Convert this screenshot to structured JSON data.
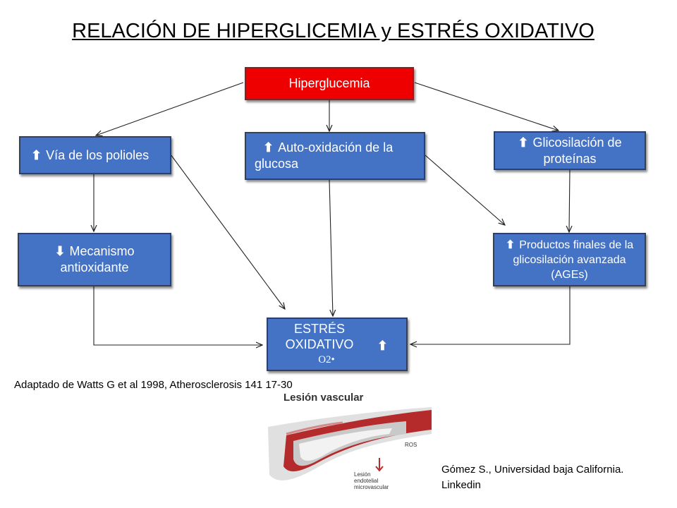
{
  "title": "RELACIÓN DE HIPERGLICEMIA y ESTRÉS OXIDATIVO",
  "colors": {
    "box_blue": "#4472c4",
    "box_red": "#ee0000"
  },
  "nodes": {
    "hiperglucemia": {
      "label": "Hiperglucemia"
    },
    "polioles": {
      "arrow": "⬆",
      "label": "Vía de los polioles"
    },
    "autooxidacion": {
      "arrow": "⬆",
      "label": "Auto-oxidación de la glucosa"
    },
    "glicosilacion": {
      "arrow": "⬆",
      "label": "Glicosilación de proteínas"
    },
    "antioxidante": {
      "arrow": "⬇",
      "label": "Mecanismo antioxidante"
    },
    "ages": {
      "arrow": "⬆",
      "label": "Productos finales de la glicosilación avanzada (AGEs)"
    },
    "estres": {
      "label": "ESTRÉS OXIDATIVO",
      "arrow": "⬆",
      "sub": "O2•"
    }
  },
  "edges": [
    [
      "hiperglucemia",
      "polioles"
    ],
    [
      "hiperglucemia",
      "autooxidacion"
    ],
    [
      "hiperglucemia",
      "glicosilacion"
    ],
    [
      "polioles",
      "antioxidante"
    ],
    [
      "polioles",
      "estres"
    ],
    [
      "autooxidacion",
      "estres"
    ],
    [
      "autooxidacion",
      "ages"
    ],
    [
      "glicosilacion",
      "ages"
    ],
    [
      "antioxidante",
      "estres"
    ],
    [
      "ages",
      "estres"
    ]
  ],
  "citation_left": "Adaptado de Watts G et al 1998, Atherosclerosis 141 17-30",
  "citation_right": [
    "Gómez S., Universidad baja California.",
    "Linkedin"
  ],
  "figure": {
    "title": "Lesión vascular",
    "ros_label": "ROS",
    "lesion_label": [
      "Lesión",
      "endotelial",
      "microvascular"
    ]
  }
}
